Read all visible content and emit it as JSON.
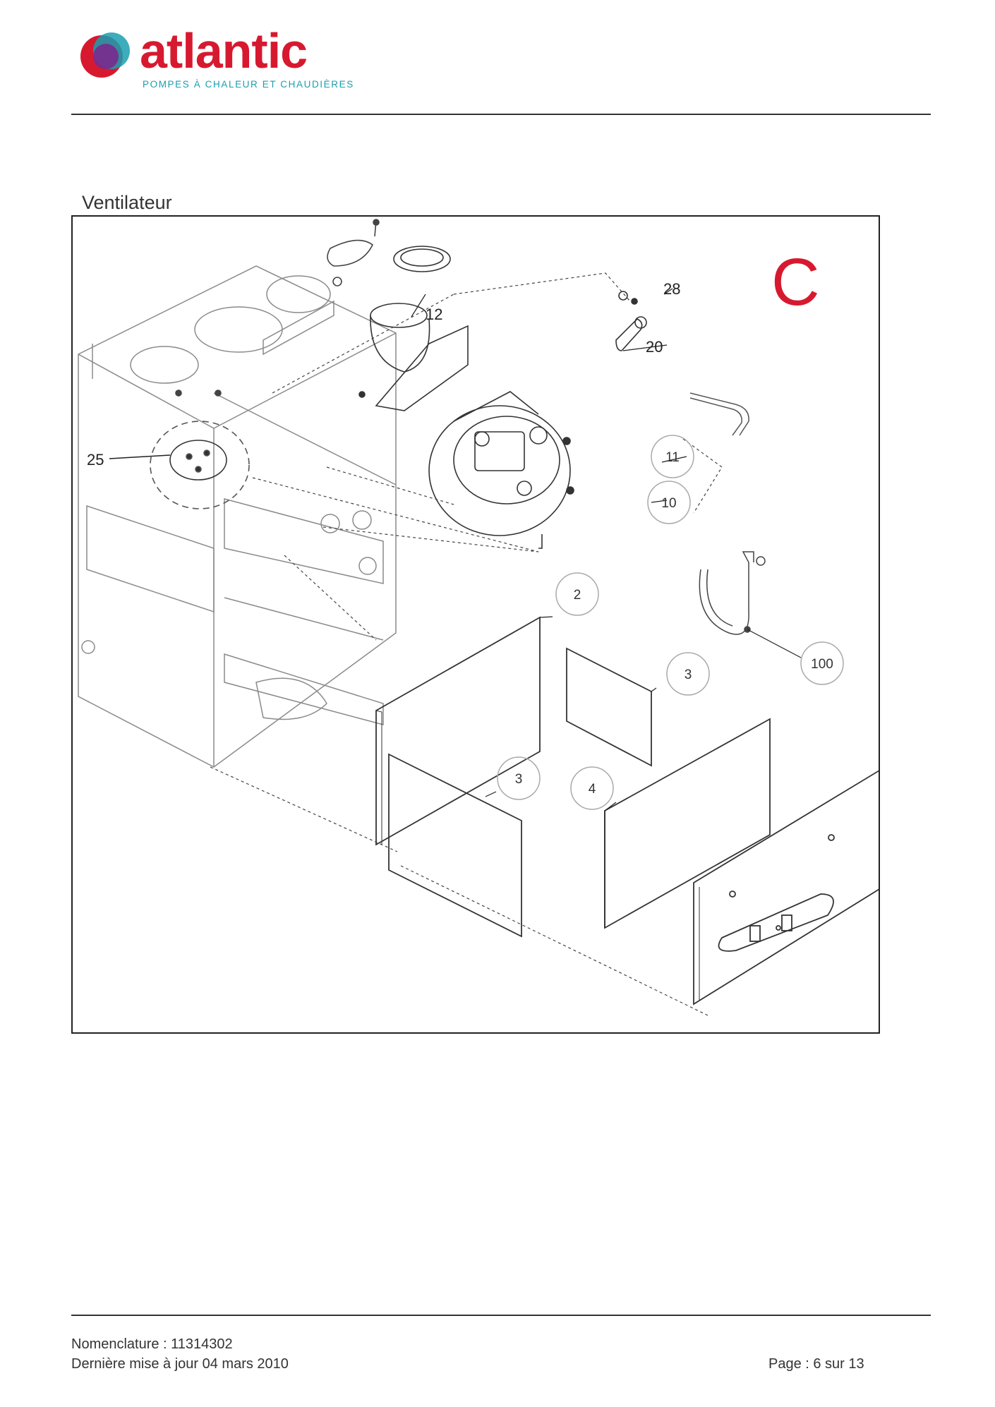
{
  "logo": {
    "name": "atlantic",
    "tagline": "POMPES À CHALEUR ET CHAUDIÈRES",
    "brand_red": "#d7192f",
    "brand_teal": "#1a9fb0"
  },
  "section": {
    "title": "Ventilateur",
    "code": "C"
  },
  "callouts": [
    "12",
    "28",
    "20",
    "25",
    "11",
    "10",
    "2",
    "3",
    "100",
    "3",
    "4"
  ],
  "footer": {
    "nomenclature": "Nomenclature : 11314302",
    "updated": "Dernière mise à jour 04 mars 2010",
    "page": "Page : 6 sur 13"
  }
}
